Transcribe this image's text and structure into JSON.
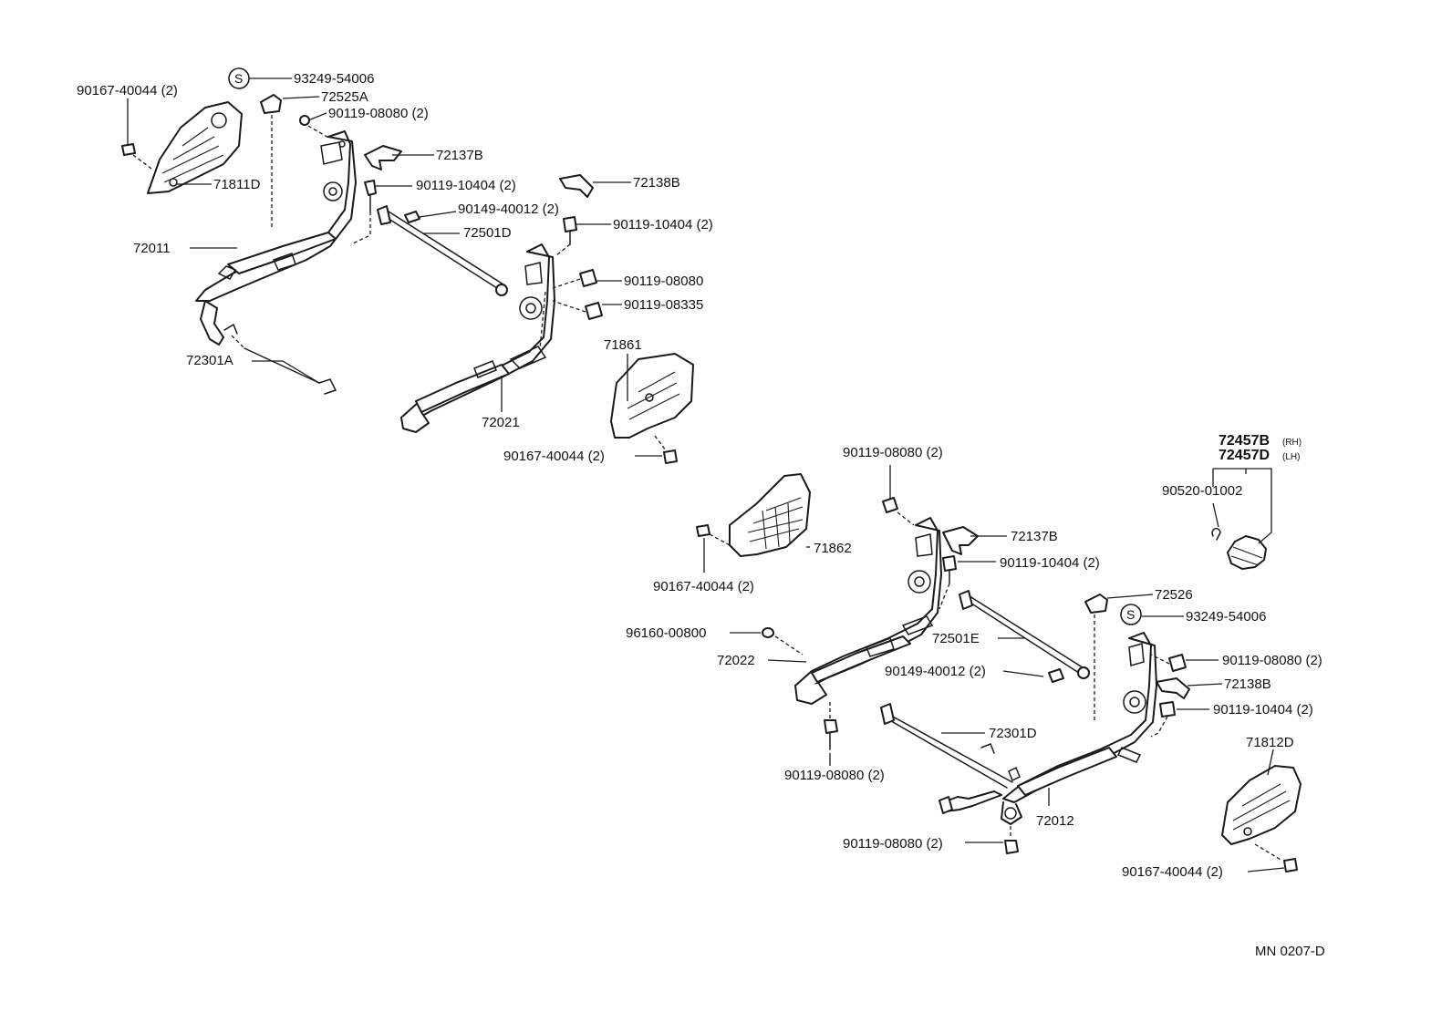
{
  "labels": {
    "l_90167_40044_tl": "90167-40044 (2)",
    "l_93249_54006_top": "93249-54006",
    "l_72525A": "72525A",
    "l_90119_08080_top": "90119-08080 (2)",
    "l_72137B_top": "72137B",
    "l_90119_10404_a": "90119-10404 (2)",
    "l_71811D": "71811D",
    "l_72138B_top": "72138B",
    "l_90149_40012_top": "90149-40012 (2)",
    "l_72501D": "72501D",
    "l_90119_10404_b": "90119-10404 (2)",
    "l_72011": "72011",
    "l_90119_08080_mid": "90119-08080",
    "l_90119_08335": "90119-08335",
    "l_72301A": "72301A",
    "l_71861": "71861",
    "l_72021": "72021",
    "l_90167_40044_mid": "90167-40044 (2)",
    "l_72457B": "72457B",
    "l_72457B_suffix": "(RH)",
    "l_72457D": "72457D",
    "l_72457D_suffix": "(LH)",
    "l_90119_08080_c": "90119-08080 (2)",
    "l_90520_01002": "90520-01002",
    "l_72137B_bot": "72137B",
    "l_71862": "71862",
    "l_90119_10404_c": "90119-10404 (2)",
    "l_90167_40044_bl": "90167-40044 (2)",
    "l_72526": "72526",
    "l_93249_54006_bot": "93249-54006",
    "l_96160_00800": "96160-00800",
    "l_72501E": "72501E",
    "l_72022": "72022",
    "l_90119_08080_d": "90119-08080 (2)",
    "l_90149_40012_bot": "90149-40012 (2)",
    "l_72138B_bot": "72138B",
    "l_90119_10404_d": "90119-10404 (2)",
    "l_72301D": "72301D",
    "l_71812D": "71812D",
    "l_90119_08080_e": "90119-08080 (2)",
    "l_72012": "72012",
    "l_90119_08080_f": "90119-08080 (2)",
    "l_90167_40044_br": "90167-40044 (2)"
  },
  "s_marks": {
    "s1": "S",
    "s2": "S"
  },
  "reference_code": "MN 0207-D"
}
